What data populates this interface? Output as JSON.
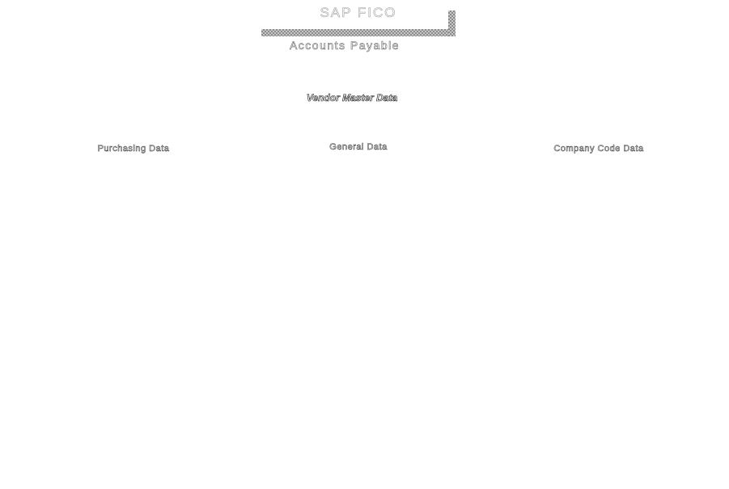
{
  "header": {
    "module_title": "SAP FICO",
    "subtitle": "Accounts Payable"
  },
  "diagram": {
    "heading": "Vendor Master Data",
    "categories": [
      "Purchasing Data",
      "General Data",
      "Company Code Data"
    ]
  }
}
